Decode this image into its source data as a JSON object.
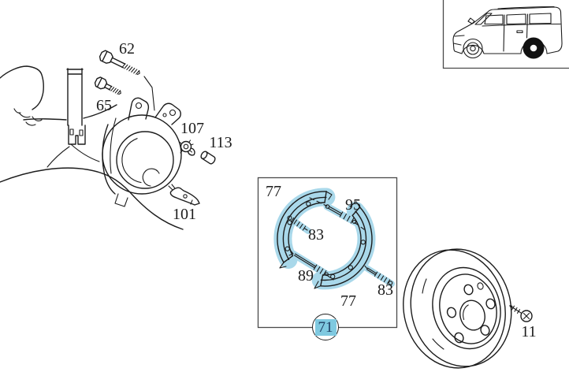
{
  "colors": {
    "line": "#1c1c1c",
    "part_highlight": "#a9d8ea",
    "selected_badge_bg": "#7fc9e0",
    "selected_badge_text": "#1d3a5f",
    "frame_border": "#4a4a4a",
    "wheel_highlight": "#111111"
  },
  "callouts": {
    "bolt62": "62",
    "bolt65": "65",
    "nut107": "107",
    "sleeve113": "113",
    "lever101": "101",
    "shoe77_top": "77",
    "adjuster95": "95",
    "spring83_top": "83",
    "strut89": "89",
    "spring83_bottom": "83",
    "shoe77_bottom": "77",
    "kit71": "71",
    "screw11": "11"
  },
  "vehicle_thumbnail": {
    "icon": "van-side-view",
    "highlighted_wheel": "rear"
  }
}
